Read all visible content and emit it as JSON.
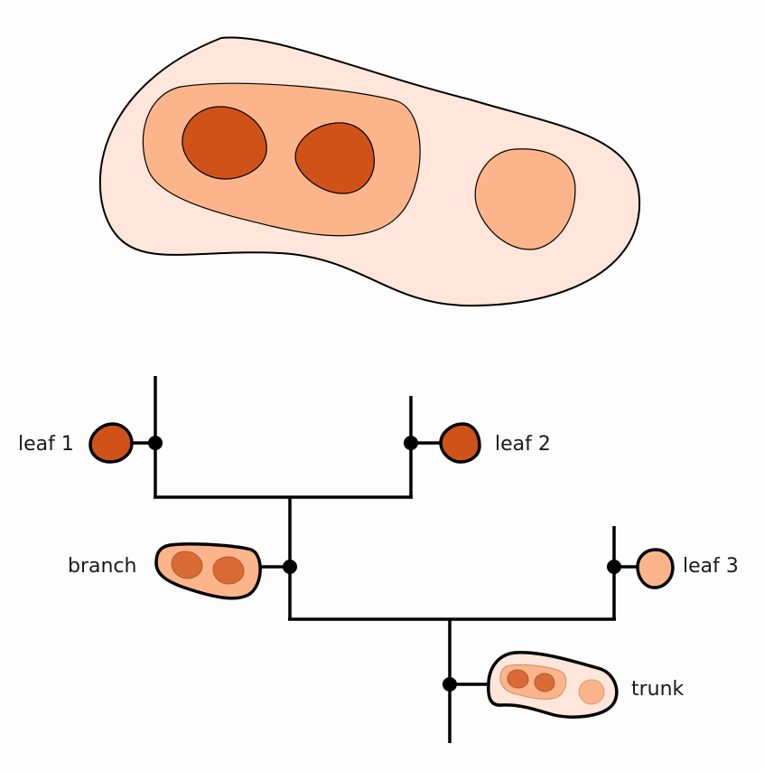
{
  "labels": {
    "leaf1": "leaf 1",
    "leaf2": "leaf 2",
    "leaf3": "leaf 3",
    "branch": "branch",
    "trunk": "trunk"
  },
  "colors": {
    "background": "#fdfdfd",
    "outer_region": "#fee6da",
    "middle_region": "#fcb58b",
    "dark_region": "#d05219",
    "line": "#000000"
  }
}
